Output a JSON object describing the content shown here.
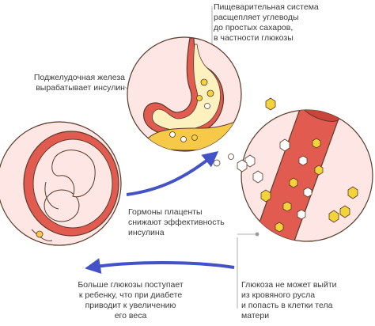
{
  "labels": {
    "digestion": [
      "Пищеварительная система",
      "расщепляет углеводы",
      "до простых сахаров,",
      "в частности глюкозы"
    ],
    "pancreas": [
      "Поджелудочная железа",
      "вырабатывает инсулин"
    ],
    "hormones": [
      "Гормоны плаценты",
      "снижают эффективность",
      "инсулина"
    ],
    "fetus": [
      "Больше глюкозы поступает",
      "к ребенку, что при диабете",
      "приводит к увеличению",
      "его веса"
    ],
    "blood": [
      "Глюкоза не может выйти",
      "из кровяного русла",
      "и попасть в клетки тела",
      "матери"
    ]
  },
  "colors": {
    "outline": "#5a3a2a",
    "circle_fill": "#fde6e3",
    "tissue": "#e15b50",
    "tissue_dark": "#c9443a",
    "fat_yellow": "#f7c948",
    "pale_yellow": "#fdf1c0",
    "glucose": "#f2d43a",
    "arrow_blue": "#4353c7",
    "leader_line": "#9a9a9a"
  },
  "icons": [
    "stomach-illustration",
    "pancreas-illustration",
    "fetus-illustration",
    "blood-vessel-illustration",
    "glucose-hexagon-icon"
  ]
}
